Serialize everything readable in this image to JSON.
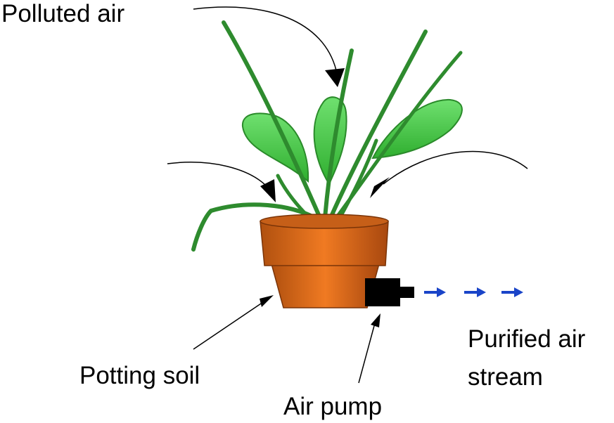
{
  "labels": {
    "polluted_air": "Polluted air",
    "potting_soil": "Potting soil",
    "air_pump": "Air pump",
    "purified_line1": "Purified air",
    "purified_line2": "stream"
  },
  "colors": {
    "leaf_dark": "#2f9a2f",
    "leaf_light": "#5fd65f",
    "grass": "#2e8b2e",
    "pot": "#d2691e",
    "pot_shade": "#a0450f",
    "pump": "#000000",
    "stream_arrows": "#1a44c8",
    "arrows": "#000000"
  },
  "icons": [
    "potted-plant-icon",
    "air-pump-icon",
    "stream-arrow-icon"
  ]
}
